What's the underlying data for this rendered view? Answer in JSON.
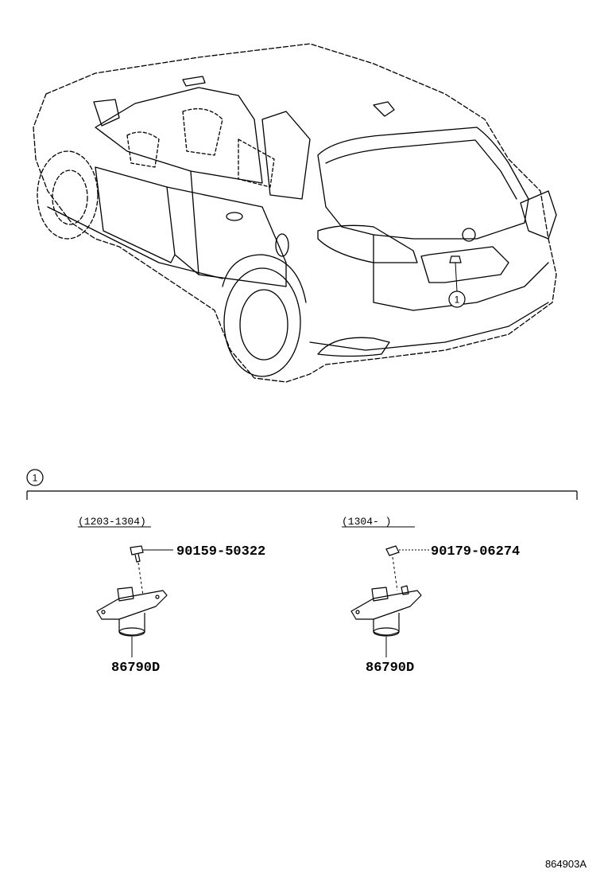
{
  "diagram": {
    "callout": "1",
    "group_callout": "1",
    "variants": [
      {
        "period": "(1203-1304)",
        "screw_part": "90159-50322",
        "camera_part": "86790D"
      },
      {
        "period": "(1304-       )",
        "screw_part": "90179-06274",
        "camera_part": "86790D"
      }
    ],
    "catalog_code": "864903A"
  }
}
